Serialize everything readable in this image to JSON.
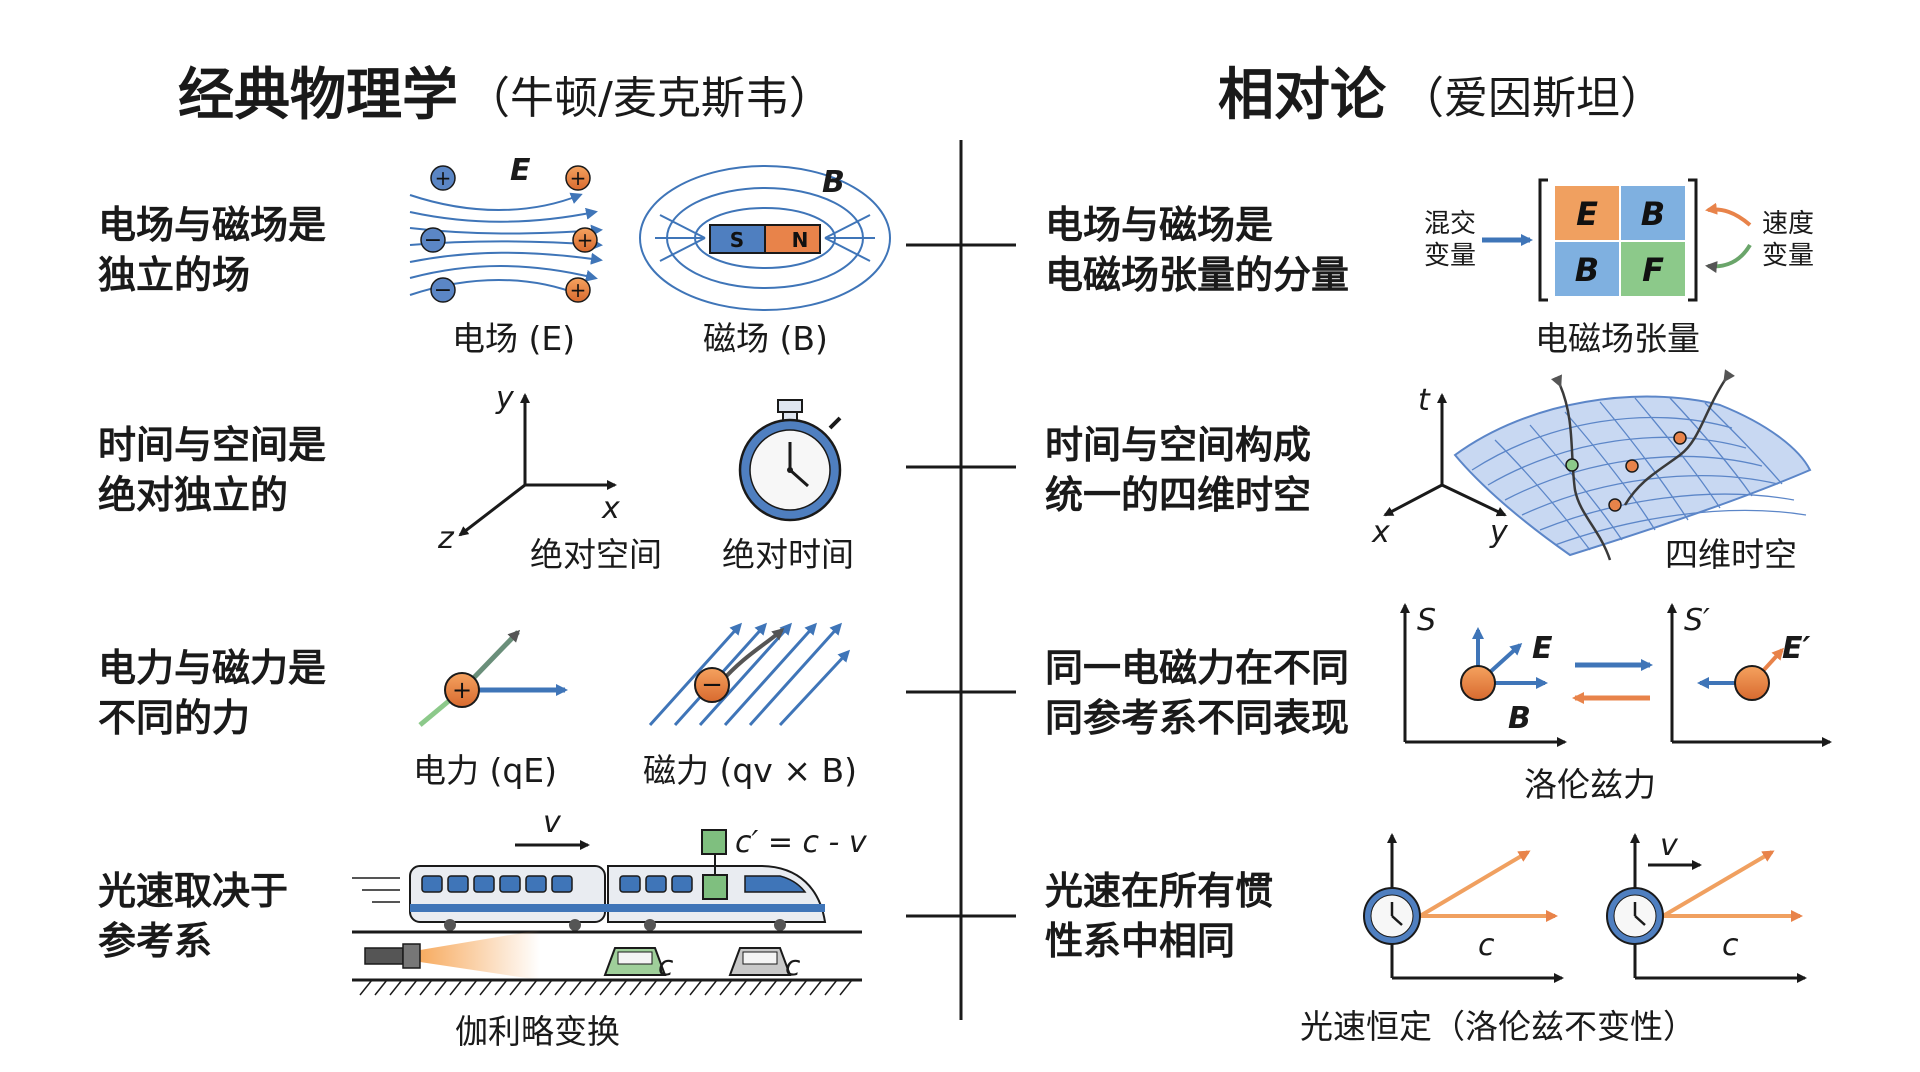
{
  "header": {
    "left_title": "经典物理学",
    "left_subtitle": "（牛顿/麦克斯韦）",
    "right_title": "相对论",
    "right_subtitle": "（爱因斯坦）"
  },
  "rows": [
    {
      "classical": {
        "line1": "电场与磁场是",
        "line2": "独立的场",
        "caption_a": "电场 (E)",
        "caption_b": "磁场 (B)",
        "symbol_a": "E",
        "symbol_b": "B",
        "magnet_s": "S",
        "magnet_n": "N"
      },
      "relativity": {
        "line1": "电场与磁场是",
        "line2": "电磁场张量的分量",
        "caption": "电磁场张量",
        "tensor_cells": [
          "E",
          "B",
          "B",
          "F"
        ],
        "mix_line1": "混交",
        "mix_line2": "变量",
        "speed_line1": "速度",
        "speed_line2": "变量"
      }
    },
    {
      "classical": {
        "line1": "时间与空间是",
        "line2": "绝对独立的",
        "caption_a": "绝对空间",
        "caption_b": "绝对时间",
        "axis_x": "x",
        "axis_y": "y",
        "axis_z": "z"
      },
      "relativity": {
        "line1": "时间与空间构成",
        "line2": "统一的四维时空",
        "caption": "四维时空",
        "axis_t": "t",
        "axis_x": "x",
        "axis_y": "y"
      }
    },
    {
      "classical": {
        "line1": "电力与磁力是",
        "line2": "不同的力",
        "caption_a": "电力 (qE)",
        "caption_b": "磁力 (qv × B)"
      },
      "relativity": {
        "line1": "同一电磁力在不同",
        "line2": "同参考系不同表现",
        "caption": "洛伦兹力",
        "frame_a": "S",
        "frame_b": "S′",
        "label_e": "E",
        "label_b": "B",
        "label_e_prime": "E′"
      }
    },
    {
      "classical": {
        "line1": "光速取决于",
        "line2": "参考系",
        "caption": "伽利略变换",
        "velocity": "v",
        "formula": "c′ = c - v",
        "c_label": "c"
      },
      "relativity": {
        "line1": "光速在所有惯",
        "line2": "性系中相同",
        "caption": "光速恒定（洛伦兹不变性）",
        "c_label": "c",
        "velocity": "v"
      }
    }
  ],
  "colors": {
    "blue": "#3f75b8",
    "orange": "#e8834a",
    "green": "#6aa56a",
    "grid_blue": "#5c86c8",
    "tensor_orange": "#f0a060",
    "tensor_blue": "#7fb0e0",
    "tensor_green": "#8cc98a"
  }
}
